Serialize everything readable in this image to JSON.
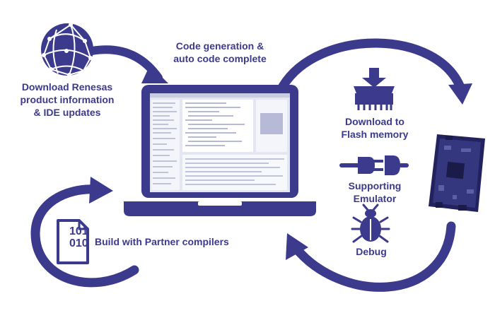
{
  "accent": "#3b3a8c",
  "labels": {
    "download_info_line1": "Download Renesas",
    "download_info_line2": "product information",
    "download_info_line3": "& IDE updates",
    "code_gen_line1": "Code generation &",
    "code_gen_line2": "auto code complete",
    "flash_line1": "Download to",
    "flash_line2": "Flash memory",
    "emulator_line1": "Supporting",
    "emulator_line2": "Emulator",
    "debug": "Debug",
    "build": "Build with Partner compilers",
    "binary_line1": "101",
    "binary_line2": "010"
  },
  "icons": [
    "globe-icon",
    "laptop-icon",
    "download-chip-icon",
    "plug-icon",
    "bug-icon",
    "binary-file-icon",
    "circuit-board-icon"
  ]
}
